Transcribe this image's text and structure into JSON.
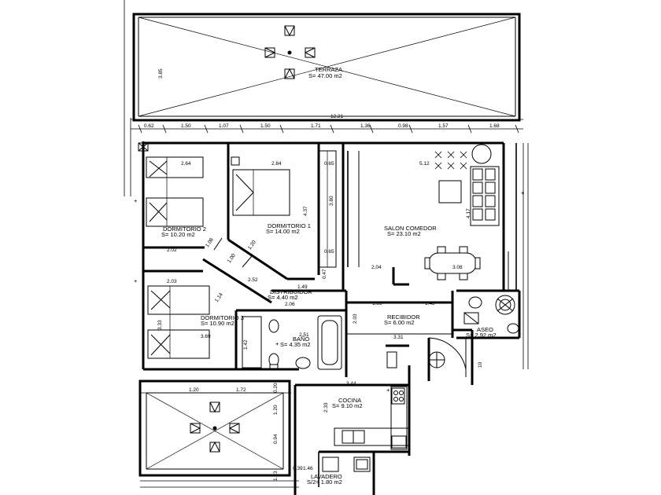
{
  "rooms": {
    "terraza": {
      "name": "TERRAZA",
      "area": "S= 47.00 m2"
    },
    "salon": {
      "name": "SALON COMEDOR",
      "area": "S= 23.10 m2"
    },
    "dormitorio1": {
      "name": "DORMITORIO 1",
      "area": "S= 14.00 m2"
    },
    "dormitorio2": {
      "name": "DORMITORIO 2",
      "area": "S= 10.20 m2"
    },
    "dormitorio3": {
      "name": "DORMITORIO 3",
      "area": "S= 10.90 m2"
    },
    "distribuidor": {
      "name": "DISTRIBUIDOR",
      "area": "S= 4.40 m2"
    },
    "bano": {
      "name": "BAÑO",
      "area": "S= 4.35 m2"
    },
    "recibidor": {
      "name": "RECIBIDOR",
      "area": "S= 6.00 m2"
    },
    "aseo": {
      "name": "ASEO",
      "area": "S= 2.92 m2"
    },
    "cocina": {
      "name": "COCINA",
      "area": "S= 9.10 m2"
    },
    "lavadero": {
      "name": "LAVADERO",
      "area": "S/2= 1.80 m2"
    }
  },
  "dimensions": {
    "total_width": "12.21",
    "terrace_depth": "3.85",
    "segments": [
      "0.62",
      "1.50",
      "1.07",
      "1.50",
      "1.71",
      "1.36",
      "0.98",
      "1.57",
      "1.68"
    ],
    "d2_width": "2.64",
    "d1_width": "2.84",
    "d_065a": "0.65",
    "d_065b": "0.65",
    "d1_depth": "4.37",
    "d_380": "3.80",
    "salon_512": "5.12",
    "salon_417": "4.17",
    "dist_202": "2.02",
    "dist_108": "1.08",
    "dist_120": "1.20",
    "dist_100": "1.00",
    "dist_252": "2.52",
    "dist_047": "0.47",
    "dist_149": "1.49",
    "salon_204": "2.04",
    "salon_308": "3.08",
    "d3_203": "2.03",
    "d3_114": "1.14",
    "dist_206": "2.06",
    "rec_185": "1.85",
    "rec_148": "1.48",
    "d3_333": "3.33",
    "d3_369": "3.69",
    "bano_251": "2.51",
    "bano_142": "1.42",
    "rec_203": "2.03",
    "rec_331": "3.31",
    "aseo_10": "10",
    "ter_120": "1.20",
    "ter_172": "1.72",
    "ter_020": "0.20",
    "ter_120b": "1.20",
    "ter_094": "0.94",
    "ter_123": "1.23",
    "coc_344": "3.44",
    "coc_233": "2.33",
    "lav_039": "0.39",
    "lav_146": "1.46"
  }
}
